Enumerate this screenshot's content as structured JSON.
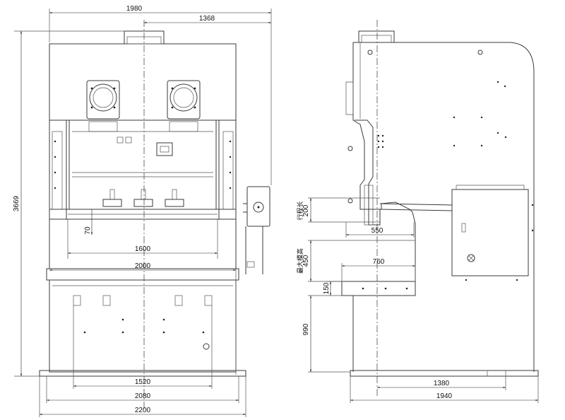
{
  "front_view": {
    "dims": {
      "overall_width_top": "1980",
      "center_offset_top": "1368",
      "overall_height": "3669",
      "bed_depth_label": "70",
      "bolster_1600": "1600",
      "bolster_2000": "2000",
      "base_1520": "1520",
      "base_2080": "2080",
      "base_2200": "2200"
    }
  },
  "side_view": {
    "dims": {
      "stroke_value": "200",
      "ram_550": "550",
      "die_height_value": "450",
      "bed_760": "760",
      "bed_150": "150",
      "bed_height_990": "990",
      "base_1380": "1380",
      "base_1940": "1940"
    },
    "labels": {
      "stroke_label": "行程长",
      "die_height_label": "最大模高"
    }
  },
  "colors": {
    "line": "#3a3a3a",
    "dimension": "#222222",
    "background": "#ffffff"
  }
}
